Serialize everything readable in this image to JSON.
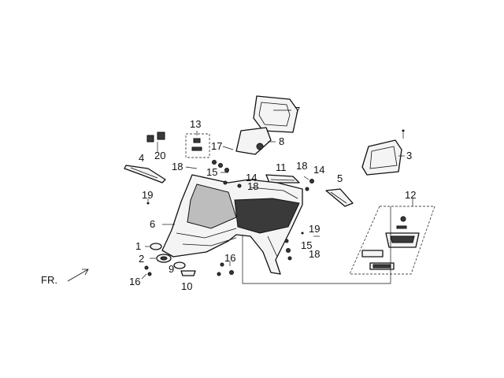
{
  "direction_label": "FR.",
  "callouts": {
    "c1": "1",
    "c2": "2",
    "c3": "3",
    "c4": "4",
    "c5": "5",
    "c6": "6",
    "c7": "7",
    "c8": "8",
    "c9": "9",
    "c10": "10",
    "c11": "11",
    "c12": "12",
    "c13": "13",
    "c14a": "14",
    "c14b": "14",
    "c15a": "15",
    "c15b": "15",
    "c16a": "16",
    "c16b": "16",
    "c17": "17",
    "c18a": "18",
    "c18b": "18",
    "c18c": "18",
    "c18d": "18",
    "c19a": "19",
    "c19b": "19",
    "c20": "20"
  }
}
